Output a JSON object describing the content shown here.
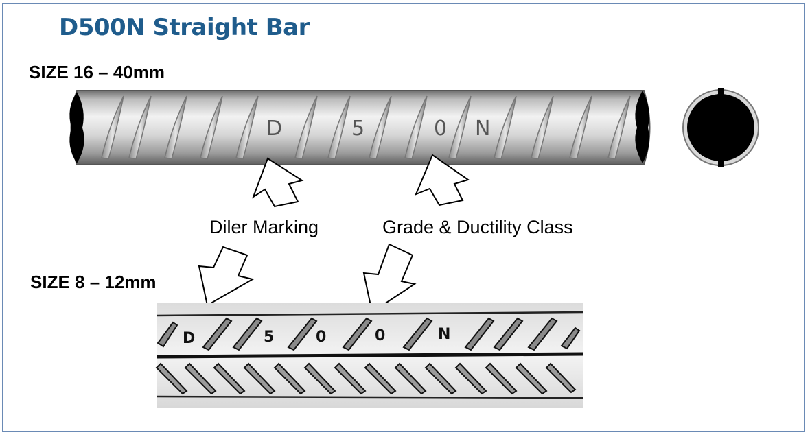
{
  "title": "D500N Straight Bar",
  "size_large": "SIZE 16 – 40mm",
  "size_small": "SIZE 8 – 12mm",
  "callout_diler": "Diler Marking",
  "callout_grade": "Grade & Ductility Class",
  "bar_markings": [
    "D",
    "5",
    "0",
    "0",
    "N"
  ],
  "colors": {
    "title": "#1f5c8c",
    "frame": "#6a8ab5"
  }
}
